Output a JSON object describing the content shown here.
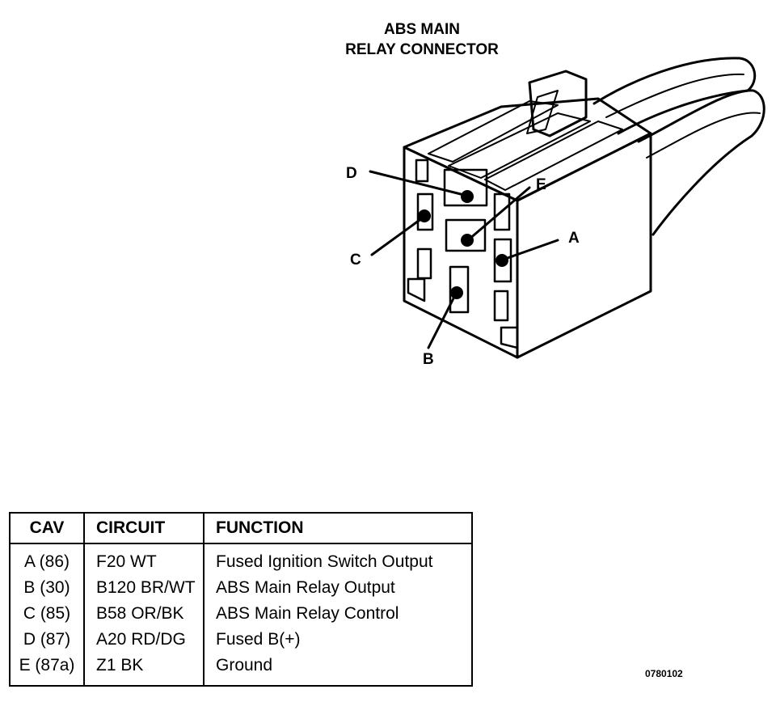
{
  "title": {
    "line1": "ABS MAIN",
    "line2": "RELAY CONNECTOR"
  },
  "pins": {
    "a": "A",
    "b": "B",
    "c": "C",
    "d": "D",
    "e": "E"
  },
  "table": {
    "headers": [
      "CAV",
      "CIRCUIT",
      "FUNCTION"
    ],
    "rows": [
      [
        "A (86)",
        "F20 WT",
        "Fused Ignition Switch Output"
      ],
      [
        "B (30)",
        "B120 BR/WT",
        "ABS Main Relay Output"
      ],
      [
        "C (85)",
        "B58 OR/BK",
        "ABS Main Relay Control"
      ],
      [
        "D (87)",
        "A20 RD/DG",
        "Fused B(+)"
      ],
      [
        "E (87a)",
        "Z1 BK",
        "Ground"
      ]
    ]
  },
  "figure_code": "0780102"
}
